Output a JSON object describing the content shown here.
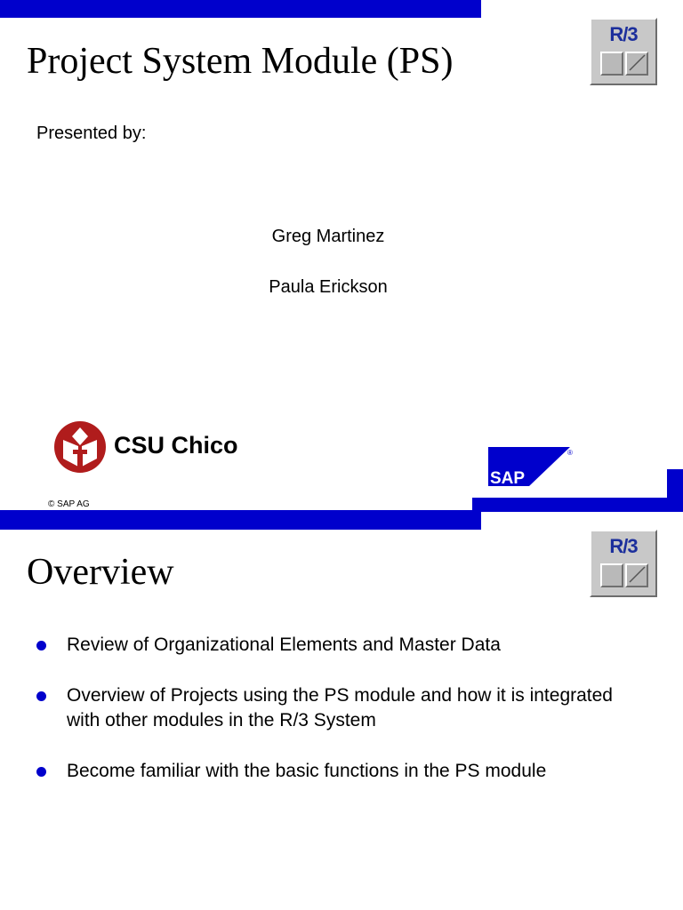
{
  "slide1": {
    "title": "Project System Module  (PS)",
    "r3_badge": "R/3",
    "presented_by": "Presented by:",
    "presenters": [
      "Greg Martinez",
      "Paula Erickson"
    ],
    "institution": "CSU Chico",
    "sap_logo_text": "SAP",
    "registered_mark": "®",
    "copyright": "©  SAP AG"
  },
  "slide2": {
    "title": "Overview",
    "r3_badge": "R/3",
    "bullets": [
      "Review of Organizational Elements and Master Data",
      "Overview of Projects using the PS module and how it is integrated with other modules in the R/3 System",
      "Become familiar with the basic functions in the PS module"
    ]
  },
  "colors": {
    "accent_blue": "#0000cc",
    "csu_red": "#b01c1c",
    "badge_gray": "#c8c8c8",
    "r3_text_blue": "#1c2f9c"
  },
  "icons": {
    "r3": "r3-badge-icon",
    "csu": "csu-chico-logo",
    "sap": "sap-logo",
    "bullet": "bullet-dot-icon"
  }
}
